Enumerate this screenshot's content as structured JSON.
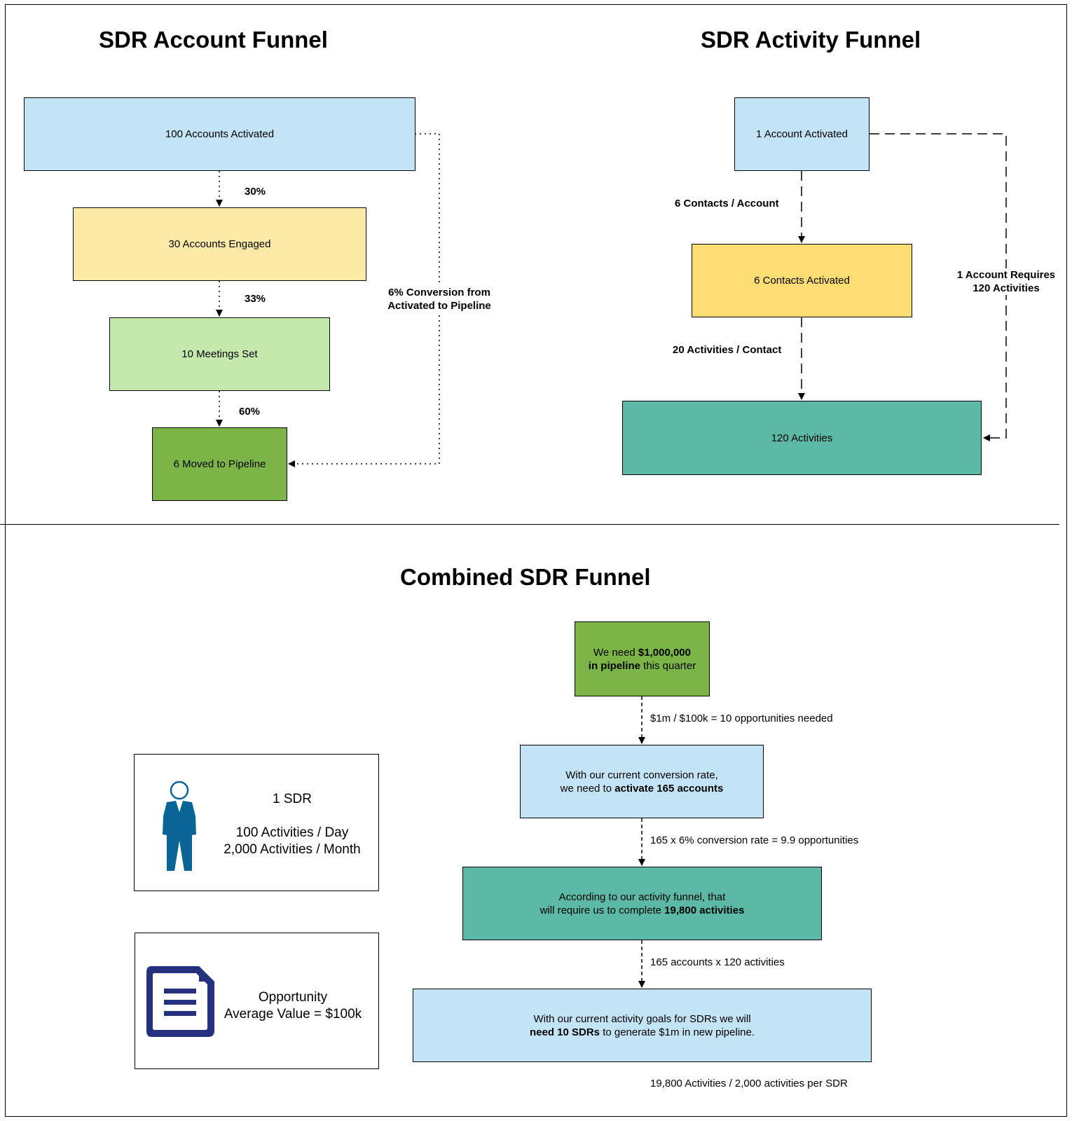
{
  "colors": {
    "light_blue": "#c3e3f6",
    "light_yellow": "#fdeaa6",
    "light_green": "#c5e8ad",
    "green": "#7bb547",
    "yellow": "#fedd73",
    "teal": "#5bb9a5",
    "icon_blue": "#086596",
    "doc_navy": "#25307f"
  },
  "account_funnel": {
    "title": "SDR Account Funnel",
    "boxes": [
      "100 Accounts Activated",
      "30 Accounts Engaged",
      "10 Meetings Set",
      "6 Moved to Pipeline"
    ],
    "rates": [
      "30%",
      "33%",
      "60%"
    ],
    "overall": {
      "line1": "6% Conversion from",
      "line2": "Activated to Pipeline"
    }
  },
  "activity_funnel": {
    "title": "SDR Activity Funnel",
    "boxes": [
      "1 Account Activated",
      "6 Contacts Activated",
      "120 Activities"
    ],
    "step_labels": [
      "6 Contacts / Account",
      "20 Activities / Contact"
    ],
    "overall": {
      "line1": "1 Account Requires",
      "line2": "120 Activities"
    }
  },
  "combined_funnel": {
    "title": "Combined SDR Funnel",
    "steps": [
      {
        "pre1": "We need ",
        "bold1": "$1,000,000",
        "bold2": "in pipeline",
        "post2": " this quarter"
      },
      {
        "line1": "With our current conversion rate,",
        "pre2": "we need to ",
        "bold2": "activate 165 accounts"
      },
      {
        "line1": "According to our activity funnel, that",
        "pre2": "will require us to complete ",
        "bold2": "19,800 activities"
      },
      {
        "line1": "With our current activity goals for SDRs we will",
        "bold2": "need 10 SDRs",
        "post2": " to generate $1m in new pipeline."
      }
    ],
    "calculations": [
      "$1m / $100k = 10 opportunities needed",
      "165 x 6% conversion rate = 9.9 opportunities",
      "165 accounts x 120 activities",
      "19,800 Activities / 2,000 activities per SDR"
    ]
  },
  "sdr_card": {
    "icon": "person-icon",
    "heading": "1 SDR",
    "line1": "100 Activities / Day",
    "line2": "2,000 Activities / Month"
  },
  "opportunity_card": {
    "icon": "document-icon",
    "line1": "Opportunity",
    "line2": "Average Value = $100k"
  }
}
